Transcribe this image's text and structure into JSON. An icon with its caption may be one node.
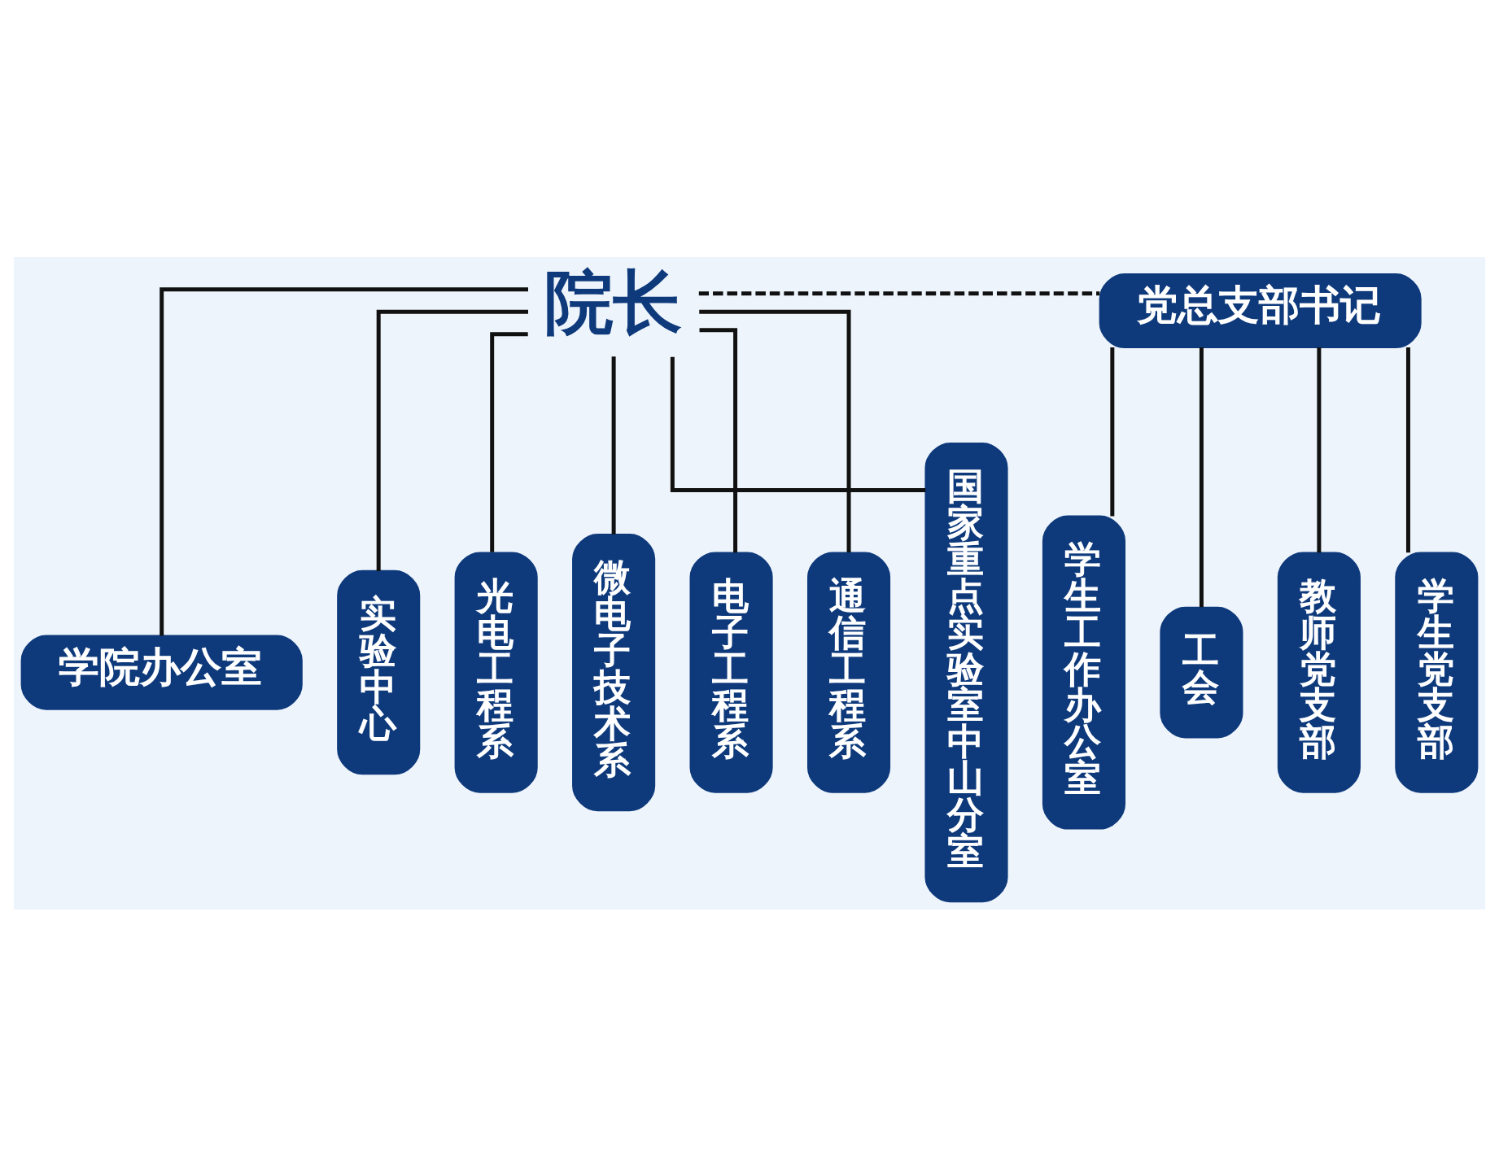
{
  "diagram": {
    "nodes": [
      {
        "text": [
          "院长"
        ]
      },
      {
        "text": [
          "党总支部书记"
        ]
      },
      {
        "text": [
          "学院办公室"
        ]
      },
      {
        "text": [
          "实验中心"
        ]
      },
      {
        "text": [
          "光电工程系"
        ]
      },
      {
        "text": [
          "微电子技术系"
        ]
      },
      {
        "text": [
          "电子工程系"
        ]
      },
      {
        "text": [
          "通信工程系"
        ]
      },
      {
        "text": [
          "国家重点实验室中山分室"
        ]
      },
      {
        "text": [
          "学生工作办公室"
        ]
      },
      {
        "text": [
          "工会"
        ]
      },
      {
        "text": [
          "教师党支部"
        ]
      },
      {
        "text": [
          "学生党支部"
        ]
      }
    ],
    "edges": [
      {
        "from": 0,
        "to": 1,
        "arrow": "none",
        "style": "dashed"
      },
      {
        "from": 0,
        "to": 2,
        "arrow": "none"
      },
      {
        "from": 0,
        "to": 3,
        "arrow": "none"
      },
      {
        "from": 0,
        "to": 4,
        "arrow": "none"
      },
      {
        "from": 0,
        "to": 5,
        "arrow": "none"
      },
      {
        "from": 0,
        "to": 6,
        "arrow": "none"
      },
      {
        "from": 0,
        "to": 7,
        "arrow": "none"
      },
      {
        "from": 0,
        "to": 8,
        "arrow": "none"
      },
      {
        "from": 1,
        "to": 9,
        "arrow": "none"
      },
      {
        "from": 1,
        "to": 10,
        "arrow": "none"
      },
      {
        "from": 1,
        "to": 11,
        "arrow": "none"
      },
      {
        "from": 1,
        "to": 12,
        "arrow": "none"
      }
    ]
  }
}
